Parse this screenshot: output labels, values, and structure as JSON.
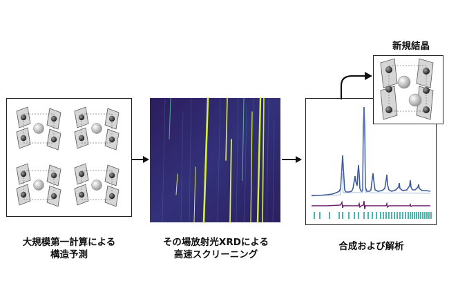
{
  "labels": {
    "panel1_line1": "大規模第一計算による",
    "panel1_line2": "構造予測",
    "panel2_line1": "その場放射光XRDによる",
    "panel2_line2": "高速スクリーニング",
    "panel3": "合成および解析",
    "new_crystal": "新規結晶"
  },
  "colors": {
    "xrd_background": "#3a1f6e",
    "xrd_line": "#d8f23a",
    "pattern_line": "#3c5a9a",
    "difference_line": "#6a1a6a",
    "tick_marks": "#1aa39a"
  }
}
